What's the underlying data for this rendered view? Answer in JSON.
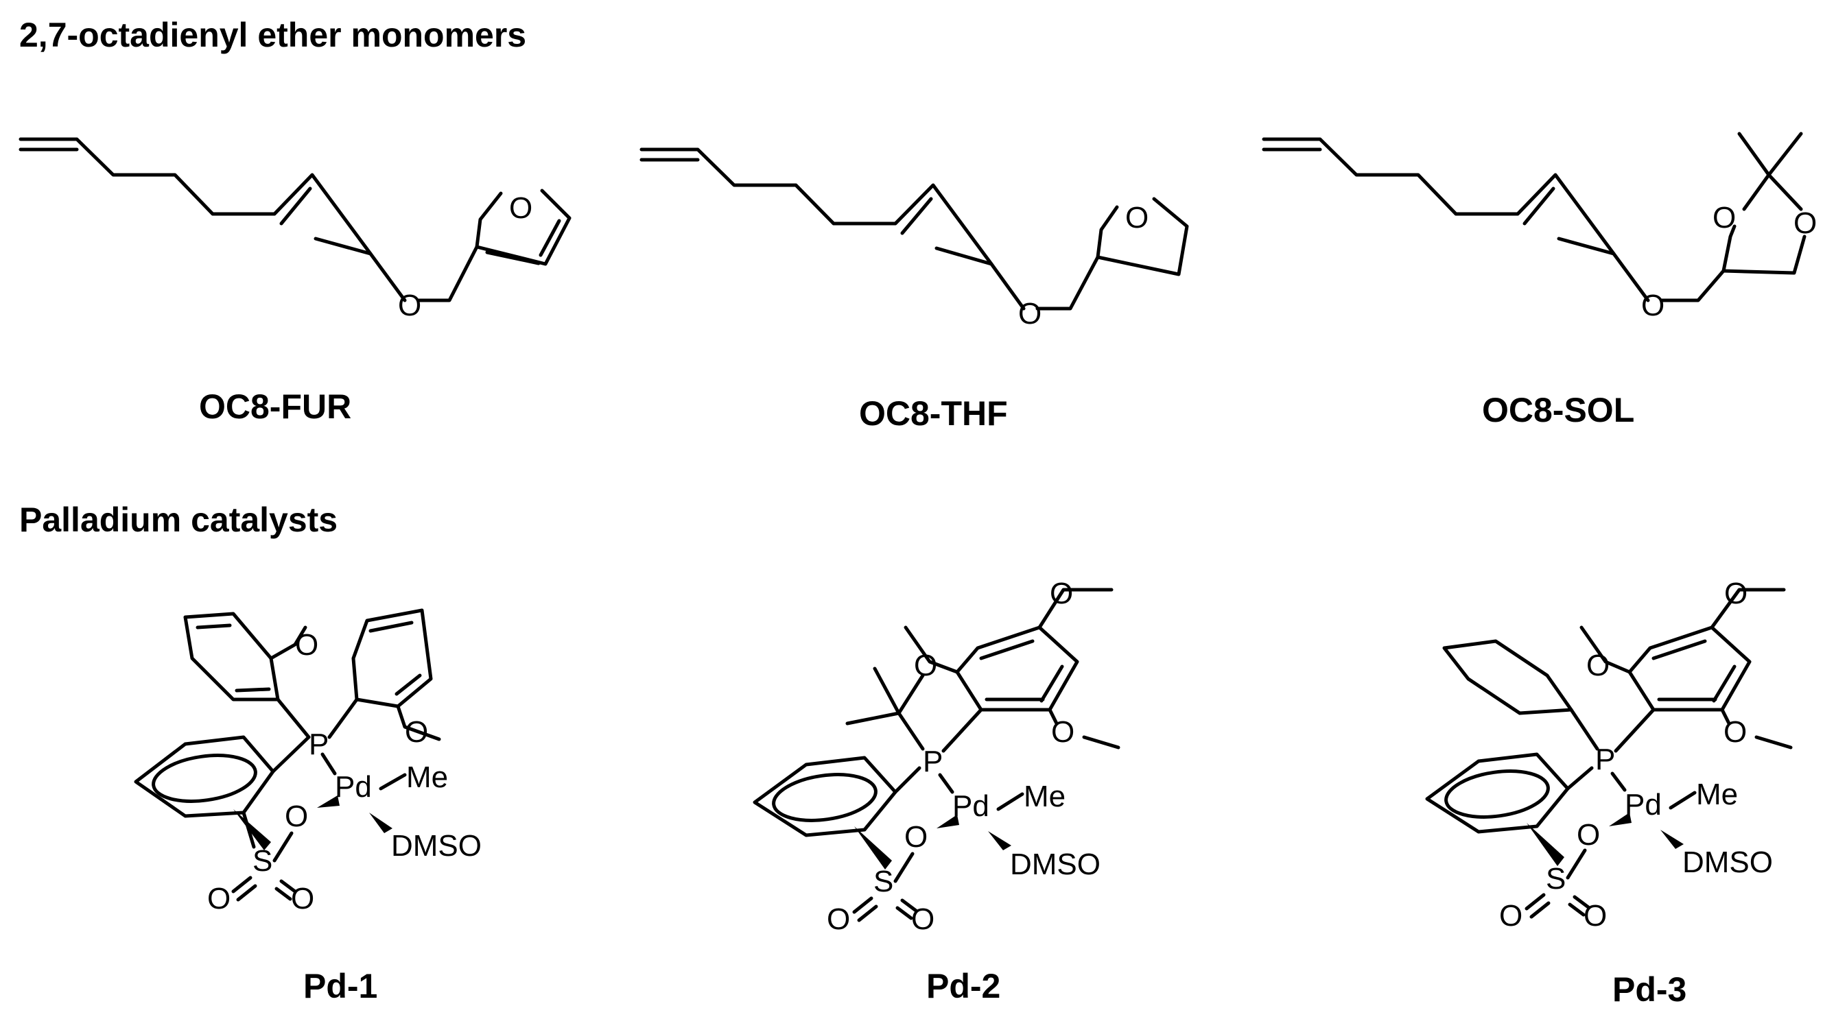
{
  "headings": {
    "monomers": "2,7-octadienyl ether monomers",
    "catalysts": "Palladium catalysts"
  },
  "monomers": [
    {
      "label": "OC8-FUR",
      "atoms": [
        "O",
        "O"
      ]
    },
    {
      "label": "OC8-THF",
      "atoms": [
        "O",
        "O"
      ]
    },
    {
      "label": "OC8-SOL",
      "atoms": [
        "O",
        "O",
        "O"
      ]
    }
  ],
  "catalysts": [
    {
      "label": "Pd-1",
      "atoms": {
        "o1": "O",
        "o2": "O",
        "p": "P",
        "pd": "Pd",
        "me": "Me",
        "o3": "O",
        "s": "S",
        "o4": "O",
        "o5": "O",
        "dmso": "DMSO"
      }
    },
    {
      "label": "Pd-2",
      "atoms": {
        "o1": "O",
        "o2": "O",
        "o3": "O",
        "p": "P",
        "pd": "Pd",
        "me": "Me",
        "o4": "O",
        "s": "S",
        "o5": "O",
        "o6": "O",
        "dmso": "DMSO"
      }
    },
    {
      "label": "Pd-3",
      "atoms": {
        "o1": "O",
        "o2": "O",
        "o3": "O",
        "p": "P",
        "pd": "Pd",
        "me": "Me",
        "o4": "O",
        "s": "S",
        "o5": "O",
        "o6": "O",
        "dmso": "DMSO"
      }
    }
  ]
}
